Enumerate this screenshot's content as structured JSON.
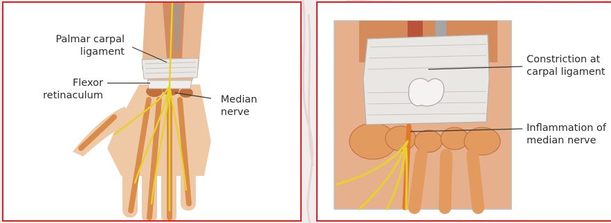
{
  "left_panel": {
    "labels": {
      "palmar_carpal_ligament_line1": "Palmar carpal",
      "palmar_carpal_ligament_line2": "ligament",
      "flexor_retinaculum_line1": "Flexor",
      "flexor_retinaculum_line2": "retinaculum",
      "median_nerve_line1": "Median",
      "median_nerve_line2": "nerve"
    }
  },
  "right_panel": {
    "labels": {
      "constriction_line1": "Constriction at",
      "constriction_line2": "carpal ligament",
      "inflammation_line1": "Inflammation of",
      "inflammation_line2": "median nerve"
    }
  },
  "colors": {
    "frame_red": "#e01e1e",
    "nerve_yellow": "#e8d12a",
    "ligament_white": "#e9e7e4",
    "bone_orange": "#d98b4a",
    "skin": "#efc9a6"
  }
}
